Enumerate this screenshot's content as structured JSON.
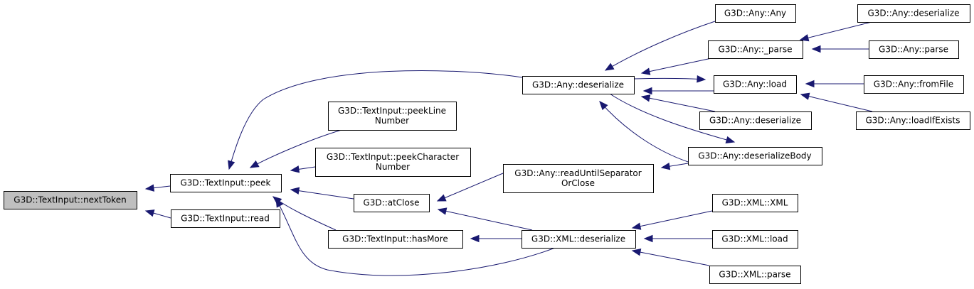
{
  "diagram": {
    "type": "call-graph",
    "colors": {
      "edge": "#191970",
      "root_fill": "#bfbfbf",
      "node_fill": "#ffffff",
      "border": "#000000"
    },
    "nodes": [
      {
        "id": "nextToken",
        "lines": [
          "G3D::TextInput::nextToken"
        ],
        "root": true
      },
      {
        "id": "peek",
        "lines": [
          "G3D::TextInput::peek"
        ]
      },
      {
        "id": "read",
        "lines": [
          "G3D::TextInput::read"
        ]
      },
      {
        "id": "peekLineNumber",
        "lines": [
          "G3D::TextInput::peekLine",
          "Number"
        ]
      },
      {
        "id": "peekCharacterNumber",
        "lines": [
          "G3D::TextInput::peekCharacter",
          "Number"
        ]
      },
      {
        "id": "anyDeserialize",
        "lines": [
          "G3D::Any::deserialize"
        ]
      },
      {
        "id": "atClose",
        "lines": [
          "G3D::atClose"
        ]
      },
      {
        "id": "hasMore",
        "lines": [
          "G3D::TextInput::hasMore"
        ]
      },
      {
        "id": "readUntilSeparatorOrClose",
        "lines": [
          "G3D::Any::readUntilSeparator",
          "OrClose"
        ]
      },
      {
        "id": "xmlDeserialize",
        "lines": [
          "G3D::XML::deserialize"
        ]
      },
      {
        "id": "anyAny",
        "lines": [
          "G3D::Any::Any"
        ]
      },
      {
        "id": "anyParseInternal",
        "lines": [
          "G3D::Any::_parse"
        ]
      },
      {
        "id": "anyLoad",
        "lines": [
          "G3D::Any::load"
        ]
      },
      {
        "id": "anyDeserialize2",
        "lines": [
          "G3D::Any::deserialize"
        ]
      },
      {
        "id": "anyDeserializeBody",
        "lines": [
          "G3D::Any::deserializeBody"
        ]
      },
      {
        "id": "xmlXML",
        "lines": [
          "G3D::XML::XML"
        ]
      },
      {
        "id": "xmlLoad",
        "lines": [
          "G3D::XML::load"
        ]
      },
      {
        "id": "xmlParse",
        "lines": [
          "G3D::XML::parse"
        ]
      },
      {
        "id": "anyDeserialize3",
        "lines": [
          "G3D::Any::deserialize"
        ]
      },
      {
        "id": "anyParse",
        "lines": [
          "G3D::Any::parse"
        ]
      },
      {
        "id": "anyFromFile",
        "lines": [
          "G3D::Any::fromFile"
        ]
      },
      {
        "id": "anyLoadIfExists",
        "lines": [
          "G3D::Any::loadIfExists"
        ]
      }
    ],
    "edges": [
      {
        "from": "peek",
        "to": "nextToken"
      },
      {
        "from": "read",
        "to": "nextToken"
      },
      {
        "from": "anyDeserialize",
        "to": "peek"
      },
      {
        "from": "peekLineNumber",
        "to": "peek"
      },
      {
        "from": "peekCharacterNumber",
        "to": "peek"
      },
      {
        "from": "atClose",
        "to": "peek"
      },
      {
        "from": "hasMore",
        "to": "peek"
      },
      {
        "from": "xmlDeserialize",
        "to": "peek"
      },
      {
        "from": "anyAny",
        "to": "anyDeserialize"
      },
      {
        "from": "anyParseInternal",
        "to": "anyDeserialize"
      },
      {
        "from": "anyLoad",
        "to": "anyDeserialize"
      },
      {
        "from": "anyDeserialize",
        "to": "anyLoad"
      },
      {
        "from": "anyDeserialize2",
        "to": "anyDeserialize"
      },
      {
        "from": "anyDeserializeBody",
        "to": "anyDeserialize"
      },
      {
        "from": "anyDeserialize",
        "to": "anyDeserializeBody"
      },
      {
        "from": "readUntilSeparatorOrClose",
        "to": "atClose"
      },
      {
        "from": "xmlDeserialize",
        "to": "atClose"
      },
      {
        "from": "anyDeserializeBody",
        "to": "readUntilSeparatorOrClose"
      },
      {
        "from": "xmlDeserialize",
        "to": "hasMore"
      },
      {
        "from": "xmlXML",
        "to": "xmlDeserialize"
      },
      {
        "from": "xmlLoad",
        "to": "xmlDeserialize"
      },
      {
        "from": "xmlParse",
        "to": "xmlDeserialize"
      },
      {
        "from": "anyDeserialize3",
        "to": "anyParseInternal"
      },
      {
        "from": "anyParse",
        "to": "anyParseInternal"
      },
      {
        "from": "anyFromFile",
        "to": "anyLoad"
      },
      {
        "from": "anyLoadIfExists",
        "to": "anyLoad"
      }
    ]
  }
}
